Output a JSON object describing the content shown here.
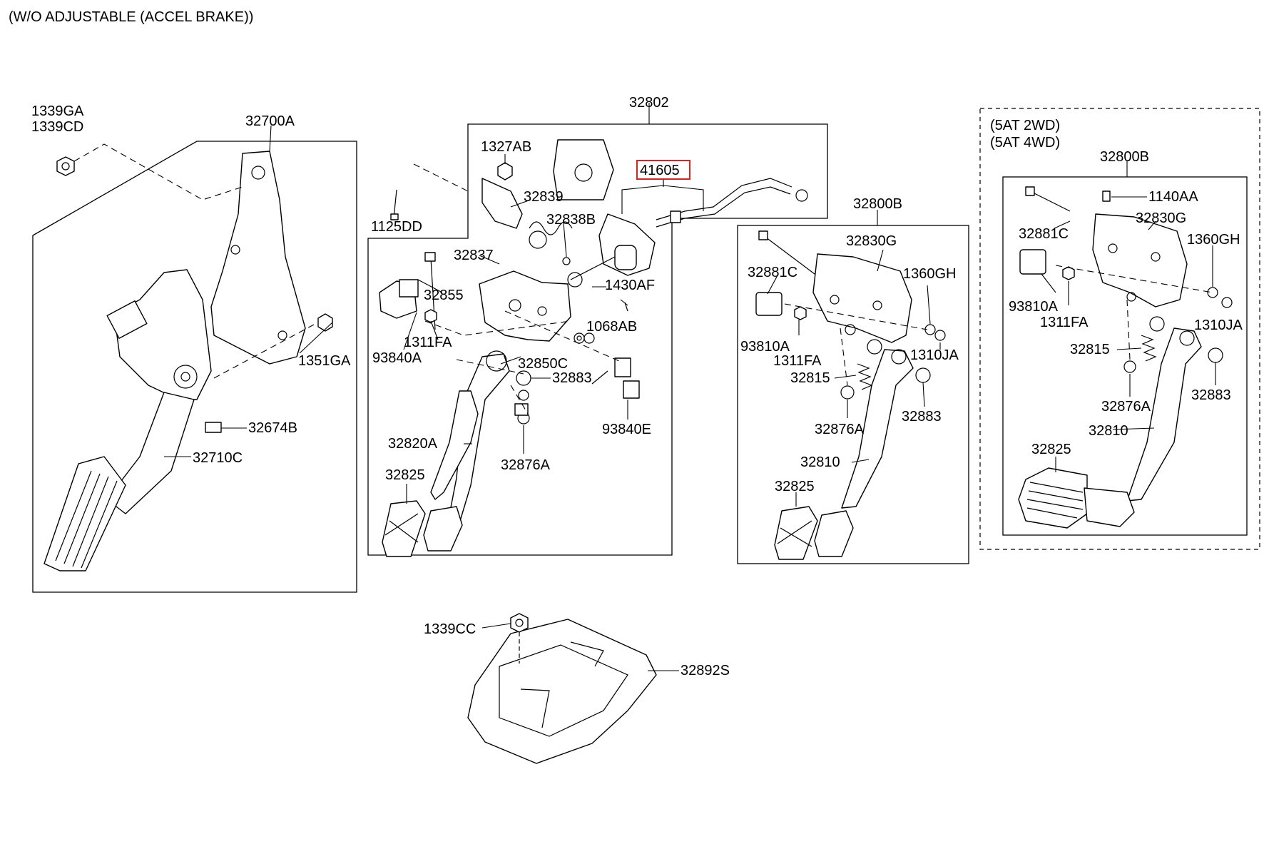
{
  "header": {
    "text": "(W/O ADJUSTABLE (ACCEL  BRAKE))"
  },
  "variant_note": {
    "line1": "(5AT 2WD)",
    "line2": "(5AT 4WD)"
  },
  "labels": {
    "p1339GA": "1339GA",
    "p1339CD": "1339CD",
    "p32700A": "32700A",
    "p1351GA": "1351GA",
    "p32674B": "32674B",
    "p32710C": "32710C",
    "p32802": "32802",
    "p1327AB": "1327AB",
    "p41605": "41605",
    "p32839": "32839",
    "p32838B": "32838B",
    "p1125DD": "1125DD",
    "p32837": "32837",
    "p32855": "32855",
    "p1430AF": "1430AF",
    "p1068AB": "1068AB",
    "p1311FA_a": "1311FA",
    "p93840A": "93840A",
    "p32850C": "32850C",
    "p32883_a": "32883",
    "p93840E": "93840E",
    "p32820A": "32820A",
    "p32876A_a": "32876A",
    "p32825_a": "32825",
    "p32800B_a": "32800B",
    "p32830G_a": "32830G",
    "p32881C_a": "32881C",
    "p1360GH_a": "1360GH",
    "p93810A_a": "93810A",
    "p1311FA_b": "1311FA",
    "p1310JA_a": "1310JA",
    "p32815_a": "32815",
    "p32883_b": "32883",
    "p32876A_b": "32876A",
    "p32810_a": "32810",
    "p32825_b": "32825",
    "p32800B_b": "32800B",
    "p1140AA": "1140AA",
    "p32881C_b": "32881C",
    "p32830G_b": "32830G",
    "p1360GH_b": "1360GH",
    "p93810A_b": "93810A",
    "p1311FA_c": "1311FA",
    "p1310JA_b": "1310JA",
    "p32815_b": "32815",
    "p32876A_c": "32876A",
    "p32883_c": "32883",
    "p32810_b": "32810",
    "p32825_c": "32825",
    "p1339CC": "1339CC",
    "p32892S": "32892S"
  }
}
